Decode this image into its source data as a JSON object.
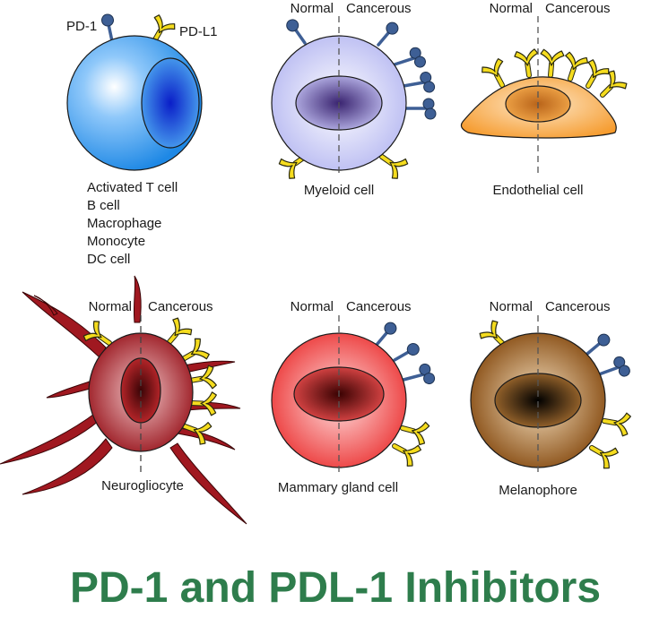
{
  "receptor_labels": {
    "pd1": "PD-1",
    "pdl1": "PD-L1"
  },
  "tcell": {
    "lines": [
      "Activated T cell",
      "B cell",
      "Macrophage",
      "Monocyte",
      "DC cell"
    ]
  },
  "split_labels": {
    "normal": "Normal",
    "cancerous": "Cancerous"
  },
  "cells": {
    "myeloid": "Myeloid cell",
    "endothelial": "Endothelial cell",
    "neurogliocyte": "Neurogliocyte",
    "mammary": "Mammary gland cell",
    "melanophore": "Melanophore"
  },
  "title": "PD-1 and PDL-1 Inhibitors",
  "colors": {
    "pd1_receptor": "#3e5f95",
    "pdl1_ligand": "#f5dc1e",
    "tcell": "#1e88e5",
    "myeloid": "#c8c9f5",
    "endothelial": "#f59a2a",
    "neurogliocyte": "#a01820",
    "mammary": "#ee4040",
    "melanophore": "#8a5014",
    "title": "#2e7d4c"
  }
}
